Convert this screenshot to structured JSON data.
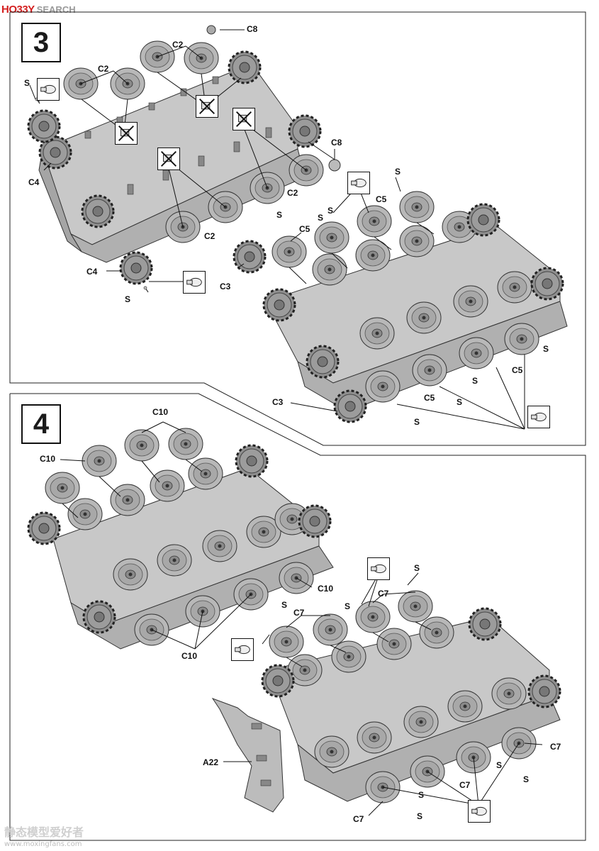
{
  "logo": {
    "brand": "HO33Y",
    "suffix": "SEARCH"
  },
  "steps": [
    {
      "number": "3"
    },
    {
      "number": "4"
    }
  ],
  "labels": {
    "c2": "C2",
    "c3": "C3",
    "c4": "C4",
    "c5": "C5",
    "c7": "C7",
    "c8": "C8",
    "c10": "C10",
    "a22": "A22",
    "s": "S"
  },
  "watermark": {
    "chinese": "静态模型爱好者",
    "url": "www.moxingfans.com"
  },
  "colors": {
    "hull": "#c9c9c9",
    "hull_dark": "#a9a9a9",
    "wheel": "#b5b5b5",
    "line": "#111111",
    "logo_red": "#d42020"
  }
}
